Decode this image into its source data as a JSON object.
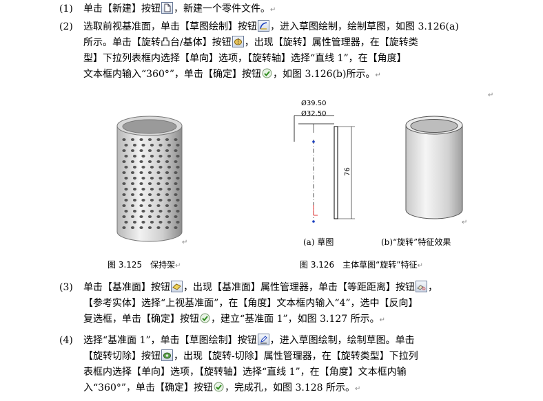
{
  "steps": [
    {
      "num": "(1)",
      "lines": [
        {
          "a": "单击【新建】按钮",
          "b": "，新建一个零件文件。"
        }
      ]
    },
    {
      "num": "(2)",
      "lines": [
        {
          "a": "选取前视基准面，单击【草图绘制】按钮",
          "b": "，进入草图绘制，绘制草图，如图 3.126(a)"
        },
        {
          "a": "所示。单击【旋转凸台/基体】按钮",
          "b": "，出现【旋转】属性管理器，在【旋转类"
        },
        {
          "a": "型】下拉列表框内选择【单向】选项，【旋转轴】选择“直线 1”，在【角度】"
        },
        {
          "a": "文本框内输入“360°”，单击【确定】按钮",
          "b": "，如图 3.126(b)所示。"
        }
      ]
    },
    {
      "num": "(3)",
      "lines": [
        {
          "a": "单击【基准面】按钮",
          "b": "，出现【基准面】属性管理器，单击【等距距离】按钮",
          "c": "，"
        },
        {
          "a": "【参考实体】选择“上视基准面”，在【角度】文本框内输入“4”，选中【反向】"
        },
        {
          "a": "复选框，单击【确定】按钮",
          "b": "，建立“基准面 1”，如图 3.127 所示。"
        }
      ]
    },
    {
      "num": "(4)",
      "lines": [
        {
          "a": "选择“基准面 1”，单击【草图绘制】按钮",
          "b": "，进入草图绘制，绘制草图。单击"
        },
        {
          "a": "【旋转切除】按钮",
          "b": "，出现【旋转-切除】属性管理器，在【旋转类型】下拉列"
        },
        {
          "a": "表框内选择【单向】选项，【旋转轴】选择“直线 1”，在【角度】文本框内输"
        },
        {
          "a": "入“360°”，单击【确定】按钮",
          "b": "，完成孔，如图 3.128 所示。"
        }
      ]
    }
  ],
  "figures": {
    "fig125_caption": "图 3.125　保持架",
    "fig126_caption": "图 3.126　主体草图“旋转”特征",
    "sub_a": "(a) 草图",
    "sub_b": "(b)“旋转”特征效果",
    "dim_outer": "Ø39.50",
    "dim_inner": "Ø32.50",
    "dim_height": "76"
  },
  "return_mark": "↵",
  "icons": [
    "new-document-icon",
    "sketch-icon",
    "revolve-boss-icon",
    "confirm-check-icon",
    "reference-plane-icon",
    "offset-distance-icon",
    "sketch-pencil-icon",
    "revolve-cut-icon"
  ]
}
